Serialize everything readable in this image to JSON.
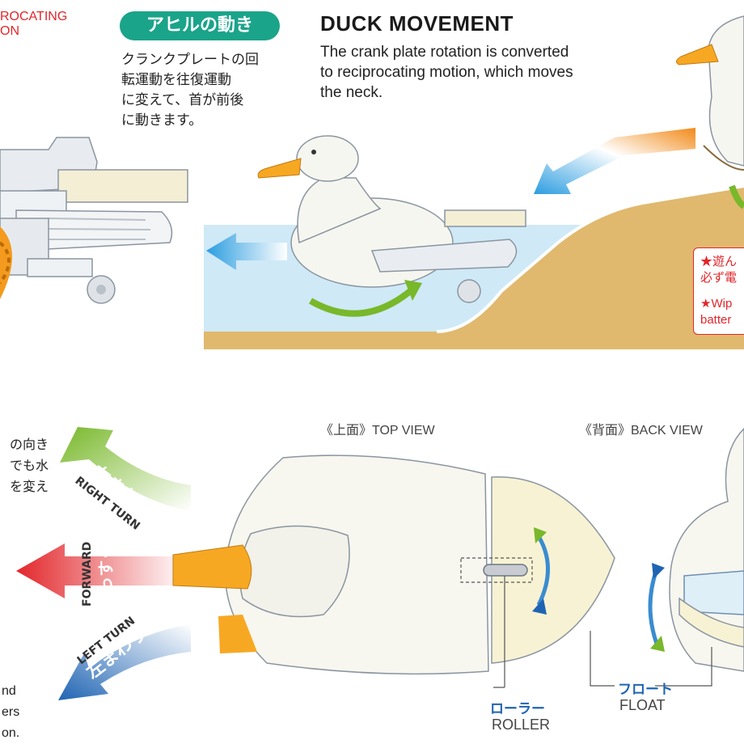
{
  "header": {
    "top_left_label": [
      "ROCATING",
      "ON"
    ],
    "jp_badge": "アヒルの動き",
    "jp_description": [
      "クランクプレートの回",
      "転運動を往復運動",
      "に変えて、首が前後",
      "に動きます。"
    ],
    "en_title": "DUCK MOVEMENT",
    "en_description": [
      "The crank plate rotation is converted",
      "to reciprocating motion, which moves",
      "the neck."
    ]
  },
  "warnings": {
    "line1": "★遊ん",
    "line2": "必ず電",
    "line3": "★Wip",
    "line4": "batter"
  },
  "views": {
    "top_view": "《上面》TOP VIEW",
    "back_view": "《背面》BACK VIEW"
  },
  "left_notes": {
    "top": [
      "の向き",
      "でも水",
      "を変え"
    ],
    "bottom": [
      "nd",
      "ers",
      "on."
    ]
  },
  "directions": {
    "right_turn_jp": "右まわり",
    "right_turn_en": "RIGHT TURN",
    "forward_jp": "まっすぐ",
    "forward_en": "FORWARD",
    "left_turn_jp": "左まわり",
    "left_turn_en": "LEFT TURN"
  },
  "parts": {
    "roller_jp": "ローラー",
    "roller_en": "ROLLER",
    "float_jp": "フロート",
    "float_en": "FLOAT"
  },
  "colors": {
    "water": "#cfe9f7",
    "ground": "#e0b96e",
    "green_arrow": "#78b82a",
    "red_arrow": "#e2262a",
    "blue_arrow": "#1f64b3",
    "orange": "#f39a1f",
    "badge": "#1aa48a"
  }
}
